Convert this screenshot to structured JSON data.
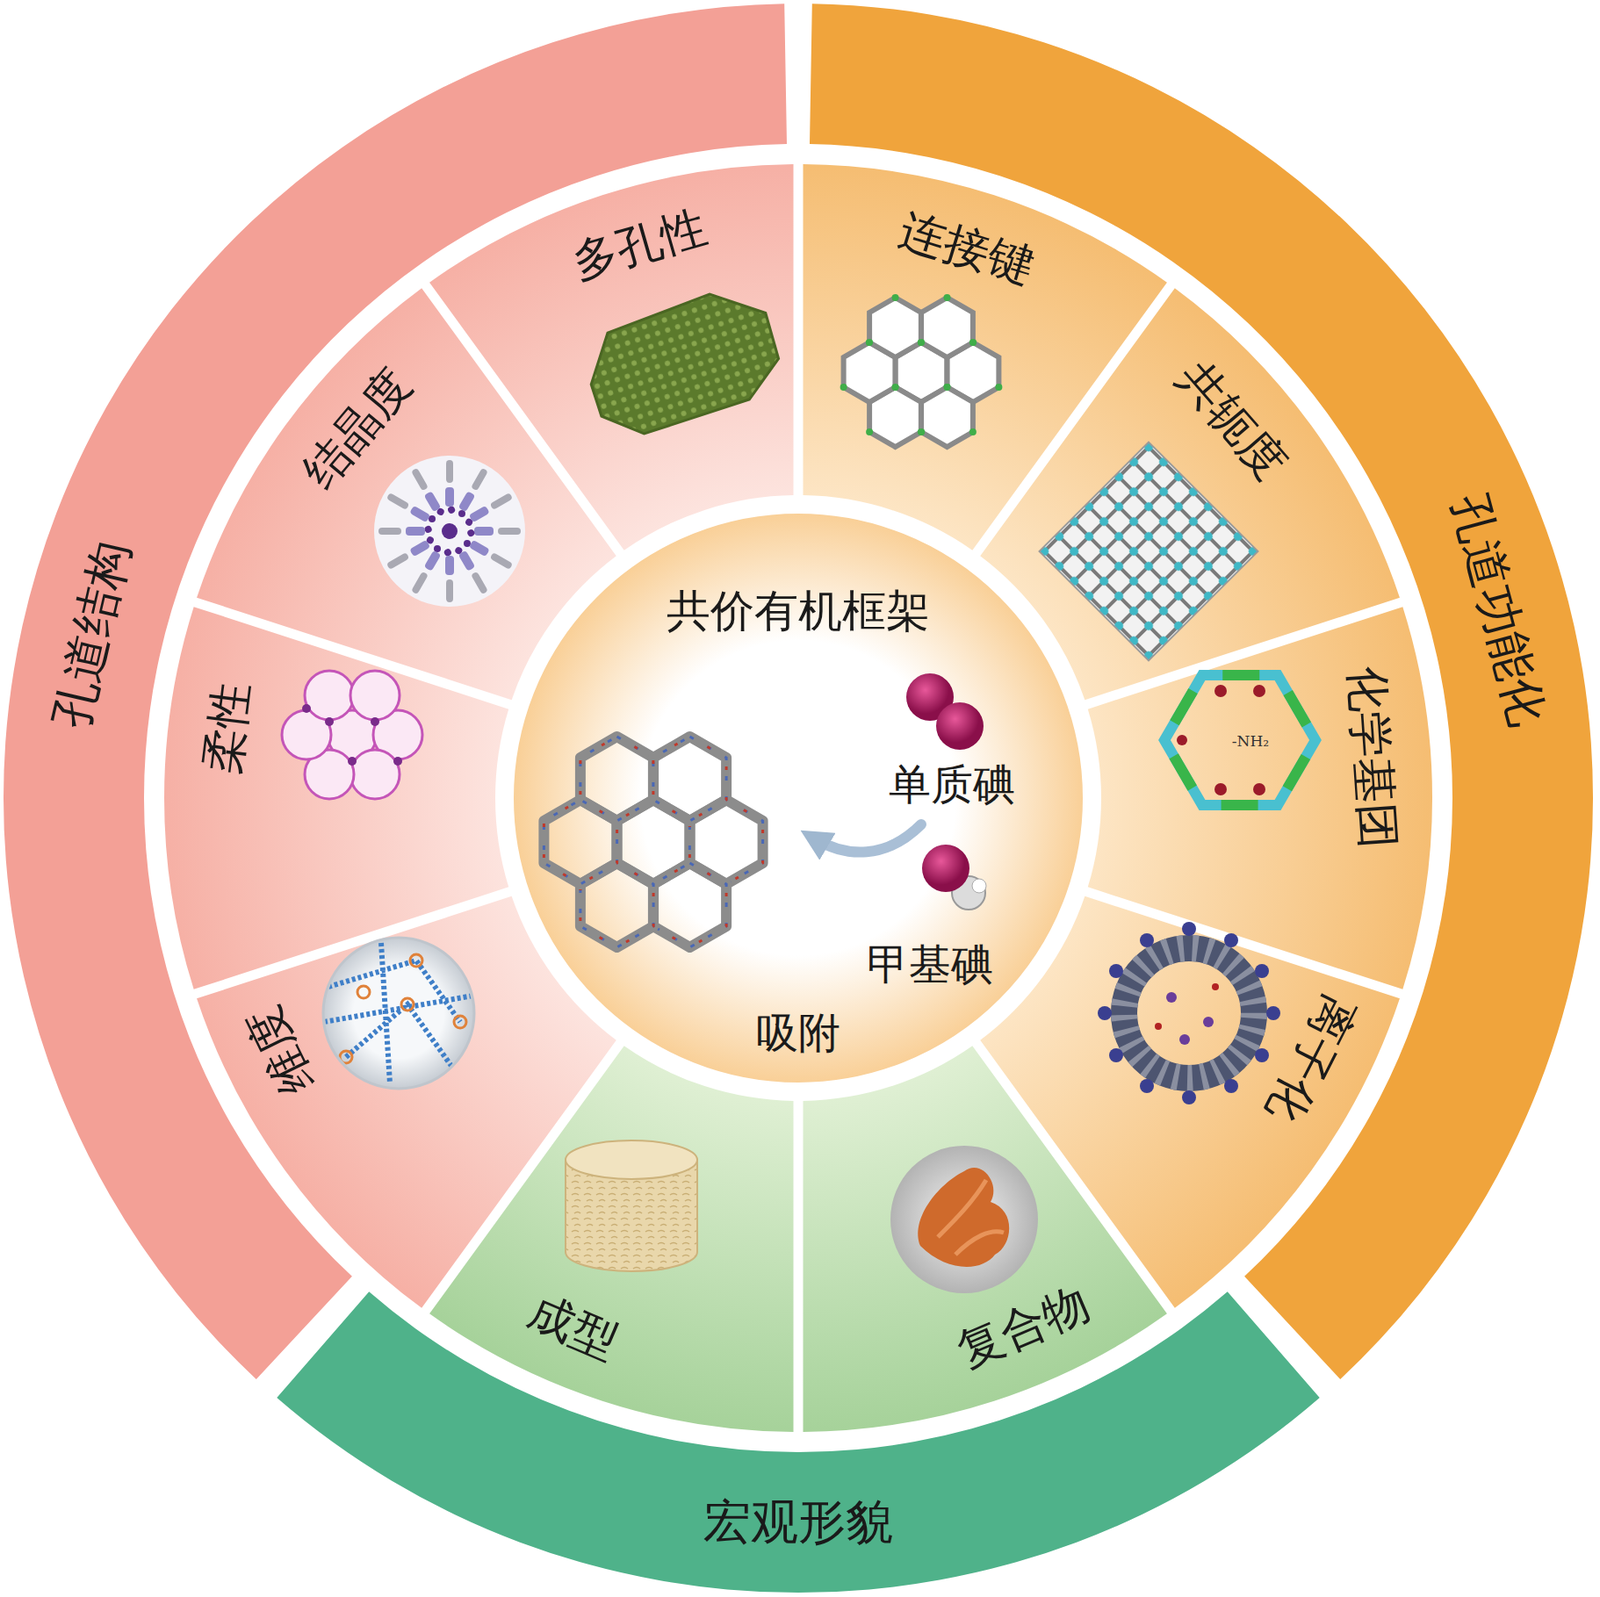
{
  "diagram": {
    "nodes": [
      {
        "text": [
          "孔道结构"
        ]
      },
      {
        "text": [
          "孔道功能化"
        ]
      },
      {
        "text": [
          "宏观形貌"
        ]
      },
      {
        "text": [
          "共价有机框架",
          "单质碘",
          "甲基碘",
          "吸附"
        ]
      },
      {
        "text": [
          "多孔性"
        ]
      },
      {
        "text": [
          "结晶度"
        ]
      },
      {
        "text": [
          "柔性"
        ]
      },
      {
        "text": [
          "维度"
        ]
      },
      {
        "text": [
          "连接键"
        ]
      },
      {
        "text": [
          "共轭度"
        ]
      },
      {
        "text": [
          "化学基团"
        ]
      },
      {
        "text": [
          "离子化"
        ]
      },
      {
        "text": [
          "成型"
        ]
      },
      {
        "text": [
          "复合物"
        ]
      }
    ],
    "labels": [
      "-NH₂"
    ]
  }
}
